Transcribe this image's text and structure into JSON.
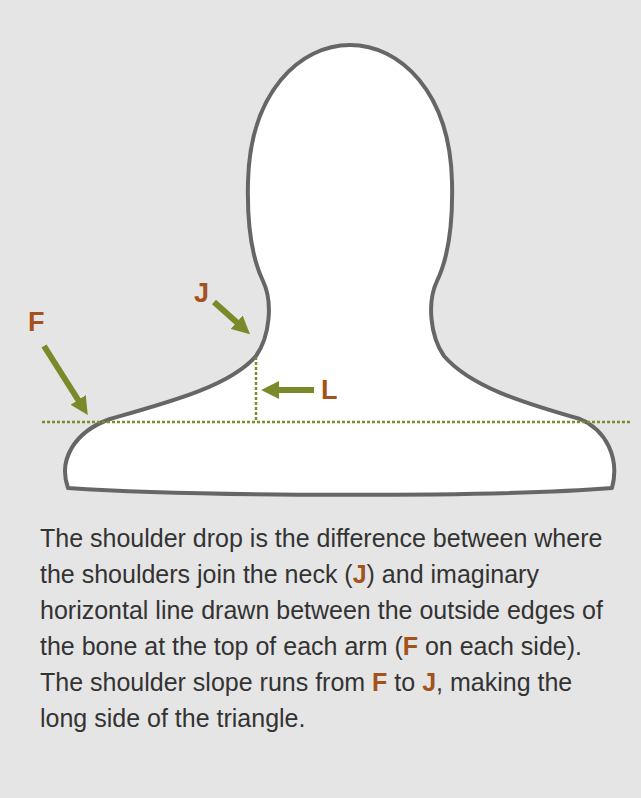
{
  "diagram": {
    "caption": "The shoulder drop is the difference between where the shoulders join the neck (J) and imaginary horizontal line drawn between the outside edges of the bone at the top of each arm (F on each side). The shoulder slope runs from F to J, making the long side of the triangle.",
    "labels": [
      "F",
      "J",
      "L"
    ]
  }
}
